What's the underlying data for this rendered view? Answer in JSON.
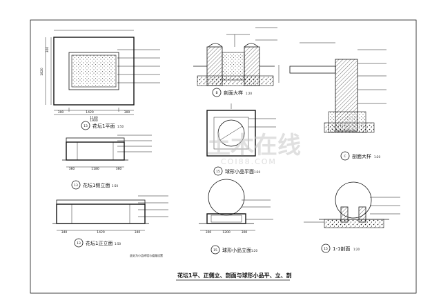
{
  "sheet": {
    "title": "花坛1平、正侧立、剖面与球形小品平、立、剖",
    "note": "此处为小品砖墙与道路设置"
  },
  "watermark": {
    "main": "土木在线",
    "sub": "COI88.COM"
  },
  "details": [
    {
      "id": "planter-plan",
      "num": "13",
      "caption": "花坛1平面",
      "scale": "1:50",
      "dims": [
        "1420",
        "1820",
        "300",
        "300",
        "1180",
        "300",
        "1900"
      ]
    },
    {
      "id": "section-b",
      "num": "B",
      "caption": "剖面大样",
      "scale": "1:20"
    },
    {
      "id": "section-c",
      "num": "C",
      "caption": "剖面大样",
      "scale": "1:20"
    },
    {
      "id": "planter-side",
      "num": "13",
      "caption": "花坛1侧立面",
      "scale": "1:50",
      "dims": [
        "360",
        "1180",
        "360"
      ]
    },
    {
      "id": "ball-plan",
      "num": "15",
      "caption": "球形小品平面",
      "scale": "1:20"
    },
    {
      "id": "planter-front",
      "num": "13",
      "caption": "花坛1正立面",
      "scale": "1:50",
      "dims": [
        "340",
        "1420",
        "340"
      ]
    },
    {
      "id": "ball-elev",
      "num": "15",
      "caption": "球形小品立面",
      "scale": "1:20",
      "dims": [
        "300",
        "1200",
        "300"
      ]
    },
    {
      "id": "ball-section",
      "num": "15",
      "caption": "1-1剖面",
      "scale": "1:20"
    }
  ]
}
